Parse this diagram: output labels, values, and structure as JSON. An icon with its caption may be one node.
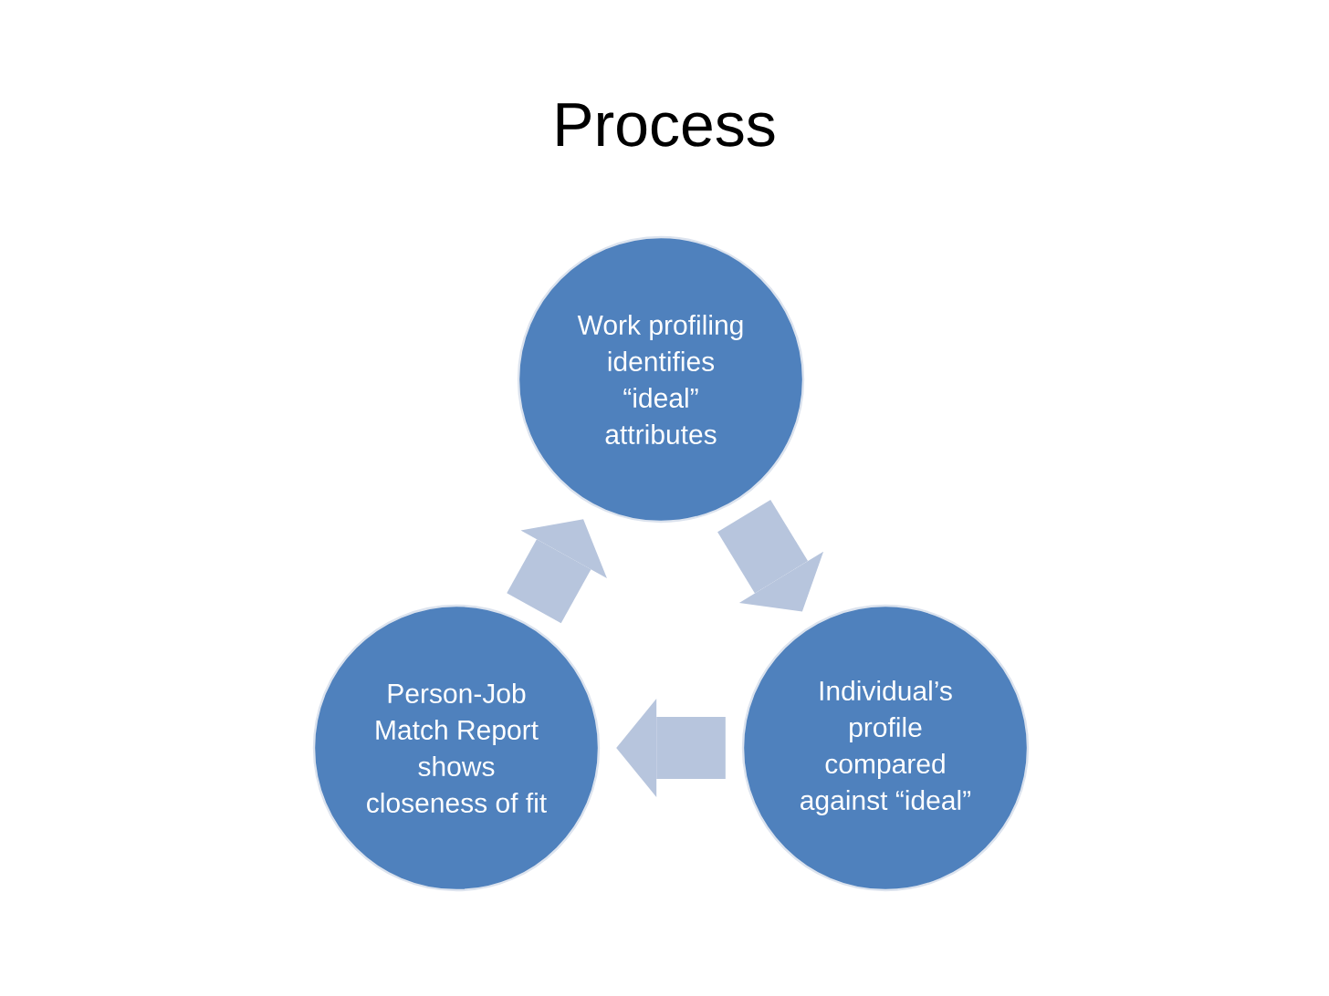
{
  "diagram": {
    "title": "Process",
    "nodes": [
      {
        "text": [
          "Work profiling identifies “ideal” attributes"
        ]
      },
      {
        "text": [
          "Individual’s profile compared against “ideal”"
        ]
      },
      {
        "text": [
          "Person-Job Match Report shows closeness of fit"
        ]
      }
    ],
    "edges": [
      {
        "from": 0,
        "to": 1,
        "arrow": "to"
      },
      {
        "from": 1,
        "to": 2,
        "arrow": "to"
      },
      {
        "from": 2,
        "to": 0,
        "arrow": "to"
      }
    ]
  }
}
